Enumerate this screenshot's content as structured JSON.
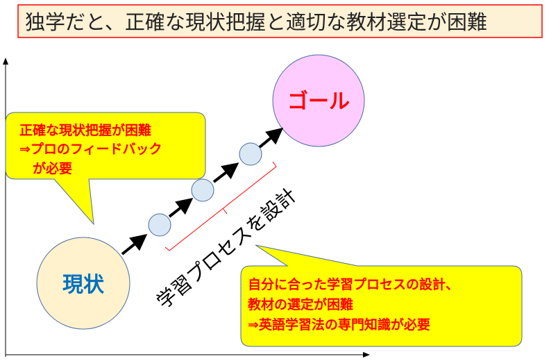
{
  "title": "独学だと、正確な現状把握と適切な教材選定が困難",
  "goal_label": "ゴール",
  "current_label": "現状",
  "process_label": "学習プロセスを設計",
  "left_callout": [
    "正確な現状把握が困難",
    "⇒プロのフィードバック",
    "　が必要"
  ],
  "right_callout": [
    "自分に合った学習プロセスの設計、",
    "教材の選定が困難",
    "⇒英語学習法の専門知識が必要"
  ],
  "colors": {
    "accent_red": "#ff0000",
    "callout_fill": "#ffff00",
    "goal_fill": "#ffccff",
    "current_fill": "#fff2cc",
    "step_fill": "#dae8f5",
    "current_text": "#0070c0"
  }
}
